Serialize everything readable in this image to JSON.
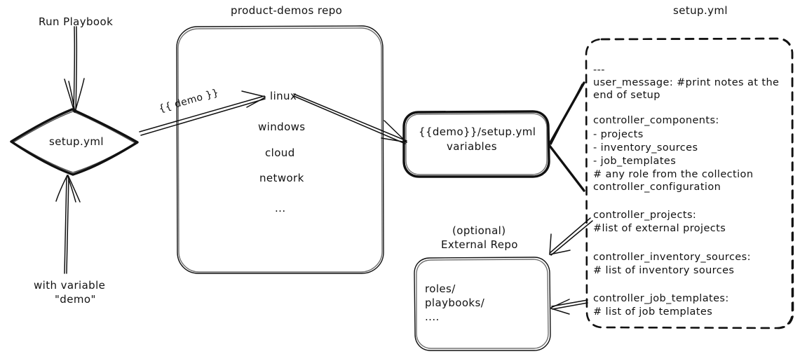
{
  "diagram": {
    "title": "Ansible product-demos setup.yml flow",
    "ink_color": "#111111",
    "background": "#ffffff"
  },
  "run_playbook": {
    "label": "Run Playbook"
  },
  "with_variable": {
    "line1": "with variable",
    "line2": "\"demo\""
  },
  "setup_diamond": {
    "label": "setup.yml"
  },
  "demo_arrow": {
    "label": "{{ demo }}"
  },
  "repo": {
    "title": "product-demos repo",
    "items": [
      "linux",
      "windows",
      "cloud",
      "network",
      "..."
    ]
  },
  "variables_box": {
    "line1": "{{demo}}/setup.yml",
    "line2": "variables"
  },
  "external_repo": {
    "title_line1": "(optional)",
    "title_line2": "External Repo",
    "items": [
      "roles/",
      "playbooks/",
      "...."
    ]
  },
  "setup_yml_panel": {
    "title": "setup.yml",
    "lines": [
      "---",
      "user_message: #print notes at the",
      "     end of setup",
      "",
      "controller_components:",
      "  - projects",
      "  - inventory_sources",
      "  - job_templates",
      "  # any role from the collection",
      "       controller_configuration",
      "",
      "controller_projects:",
      "  #list of external projects",
      "",
      "controller_inventory_sources:",
      "  # list of inventory sources",
      "",
      "controller_job_templates:",
      "  # list of job templates"
    ]
  }
}
